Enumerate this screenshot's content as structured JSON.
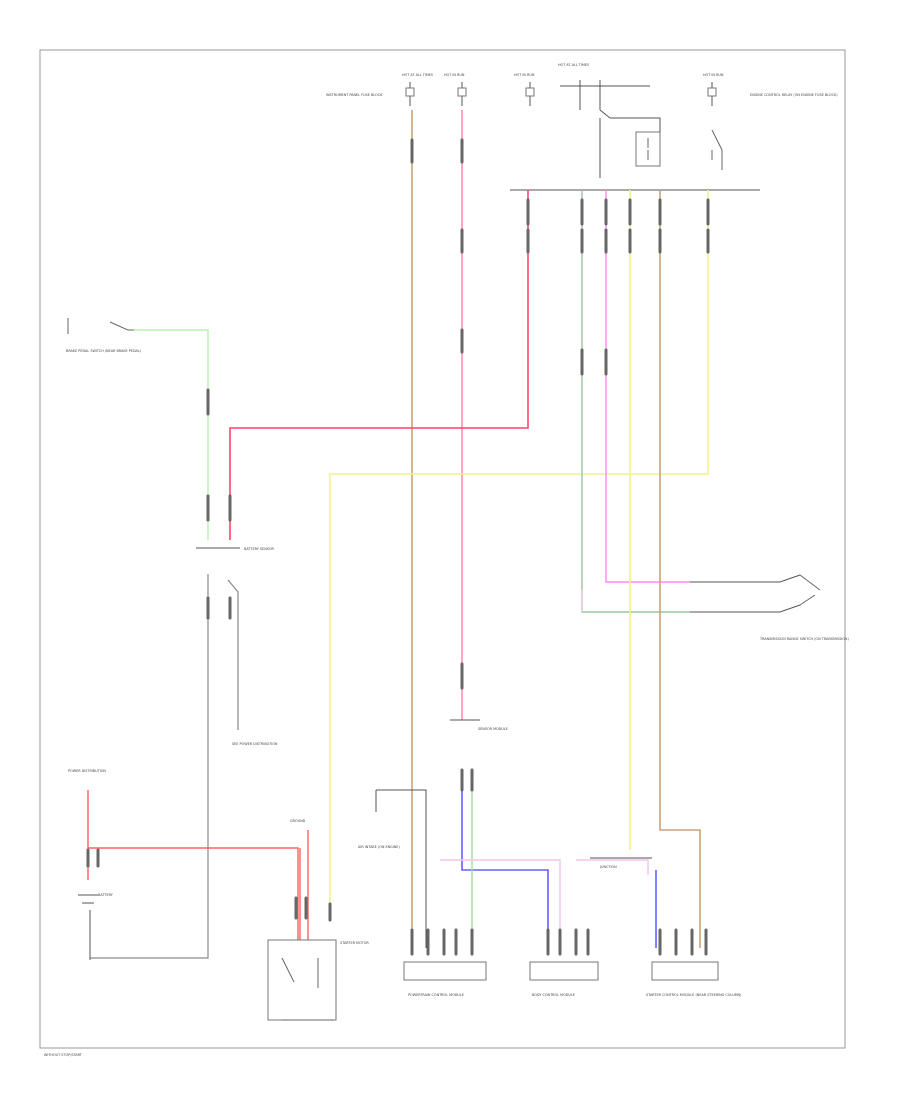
{
  "labels": {
    "fuse_a": "HOT AT ALL TIMES",
    "fuse_b": "HOT IN RUN",
    "fuse_c": "HOT IN RUN",
    "fuse_d": "HOT AT ALL TIMES",
    "fuse_e": "HOT IN RUN",
    "fuse_top_note": "INSTRUMENT PANEL FUSE BLOCK",
    "right_module": "ENGINE CONTROL RELAY (ON ENGINE FUSE BLOCK)",
    "left_sensor": "BRAKE PEDAL SWITCH (NEAR BRAKE PEDAL)",
    "battery_sensor": "BATTERY SENSOR",
    "ground_note": "SEE POWER DISTRIBUTION",
    "right_switch": "TRANSMISSION RANGE SWITCH (ON TRANSMISSION)",
    "center_sensor": "SENSOR MODULE",
    "left_ground_top": "POWER DISTRIBUTION",
    "battery": "BATTERY",
    "starter_ground": "GROUND",
    "starter": "STARTER MOTOR",
    "mid_ground": "AIR INTAKE (ON ENGINE)",
    "main_module": "POWERTRAIN CONTROL MODULE",
    "center_module": "BODY CONTROL MODULE",
    "right_bottom_module": "STARTER CONTROL MODULE (NEAR STEERING COLUMN)",
    "junction": "JUNCTION",
    "footer_code": "WITHOUT STOP/START"
  },
  "colors": {
    "tan": "#c8a37a",
    "pink": "#ff8fa6",
    "red": "#ff5a7a",
    "yellow": "#f2f28a",
    "green": "#9de09a",
    "magenta": "#ff88f2",
    "blue": "#6060ff"
  }
}
